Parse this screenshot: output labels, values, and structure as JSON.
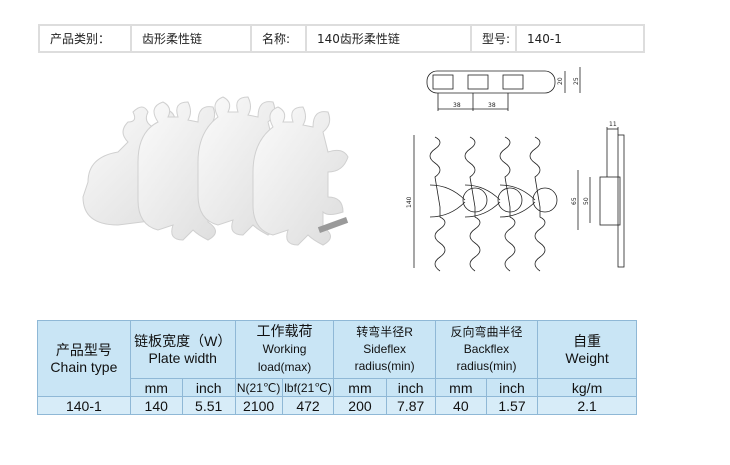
{
  "info_bar": {
    "category_label": "产品类别：",
    "category_value": "齿形柔性链",
    "name_label": "名称:",
    "name_value": "140齿形柔性链",
    "model_label": "型号:",
    "model_value": "140-1"
  },
  "drawing": {
    "dim_pitch_1": "38",
    "dim_pitch_2": "38",
    "dim_height_20": "20",
    "dim_height_25": "25",
    "dim_width_140": "140",
    "dim_11": "11",
    "dim_65": "65",
    "dim_50": "50"
  },
  "spec_table": {
    "chain_type_cn": "产品型号",
    "chain_type_en": "Chain type",
    "plate_width_cn": "链板宽度（W）",
    "plate_width_en": "Plate width",
    "working_load_cn": "工作载荷",
    "working_load_en": "Working load(max)",
    "sideflex_cn": "转弯半径R",
    "sideflex_en": "Sideflex radius(min)",
    "backflex_cn": "反向弯曲半径",
    "backflex_en": "Backflex radius(min)",
    "weight_cn": "自重",
    "weight_en": "Weight",
    "units": [
      "mm",
      "inch",
      "N(21℃)",
      "lbf(21℃)",
      "mm",
      "inch",
      "mm",
      "inch",
      "kg/m"
    ],
    "row": [
      "140-1",
      "140",
      "5.51",
      "2100",
      "472",
      "200",
      "7.87",
      "40",
      "1.57",
      "2.1"
    ]
  }
}
